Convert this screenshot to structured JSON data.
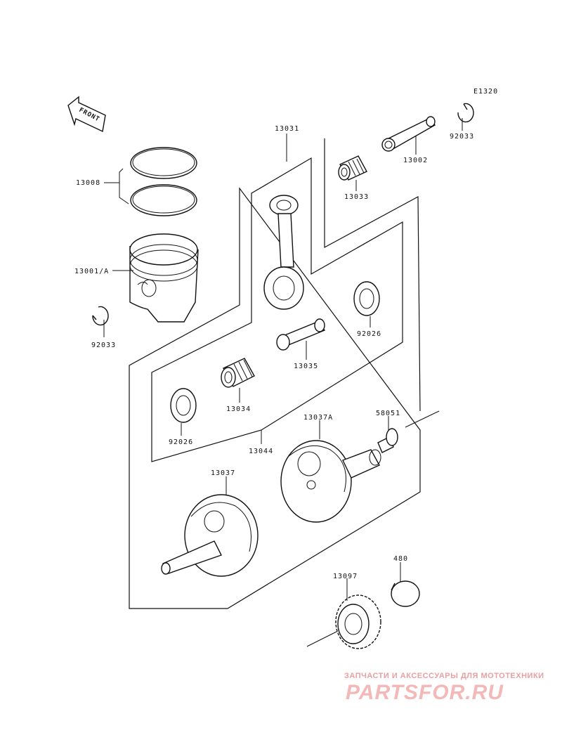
{
  "diagram_code": "E1320",
  "front_arrow_label": "FRONT",
  "labels": {
    "p13031": "13031",
    "p13002": "13002",
    "p92033_top": "92033",
    "p13033": "13033",
    "p13008": "13008",
    "p13001A": "13001/A",
    "p92033_left": "92033",
    "p92026_right": "92026",
    "p13035": "13035",
    "p13034": "13034",
    "p92026_left": "92026",
    "p13037A": "13037A",
    "p58051": "58051",
    "p13044": "13044",
    "p13037": "13037",
    "p480": "480",
    "p13097": "13097"
  },
  "watermark": {
    "tagline": "ЗАПЧАСТИ И АКСЕССУАРЫ ДЛЯ МОТОТЕХНИКИ",
    "brand": "PARTSFOR.RU"
  }
}
